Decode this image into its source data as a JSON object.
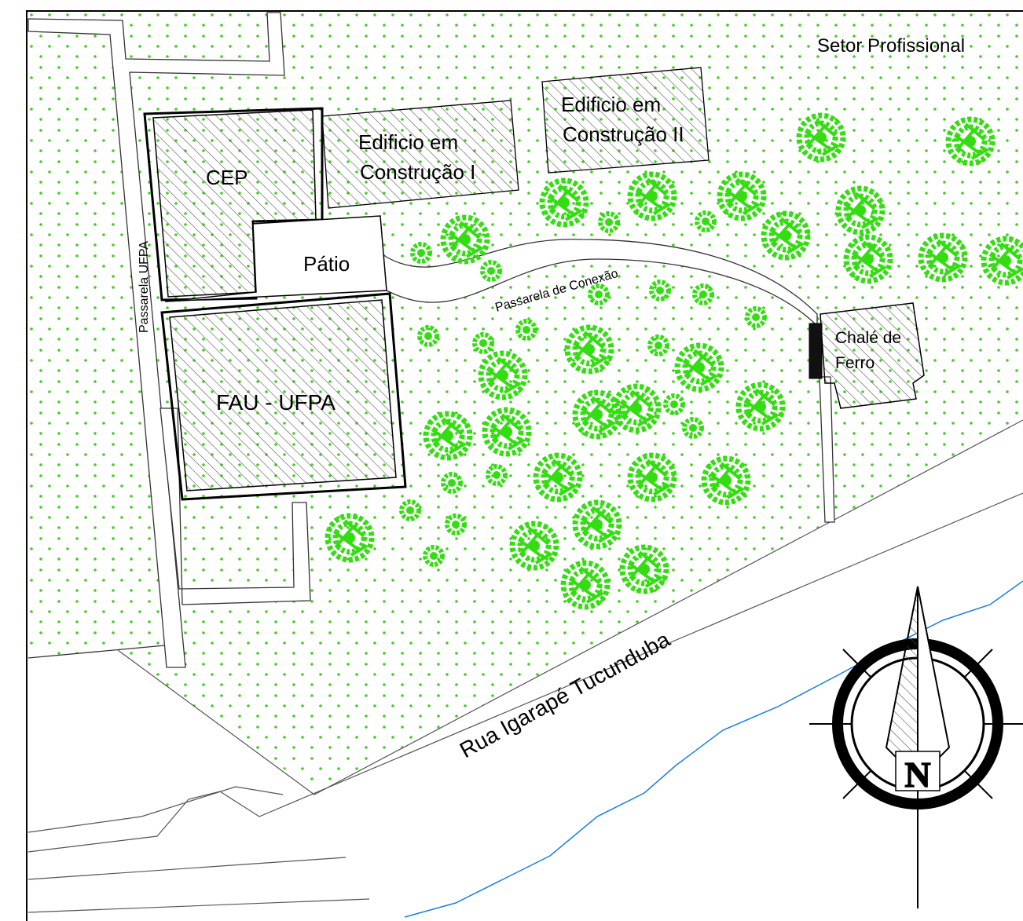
{
  "labels": {
    "setor": "Setor Profissional",
    "cep": "CEP",
    "patio": "Pátio",
    "fau": "FAU - UFPA",
    "edificio1_l1": "Edificio em",
    "edificio1_l2": "Construção I",
    "edificio2_l1": "Edificio em",
    "edificio2_l2": "Construção II",
    "chale_l1": "Chalé de",
    "chale_l2": "Ferro",
    "passarela_conexao": "Passarela de Conexão",
    "passarela_ufpa": "Passarela UFPA",
    "rua": "Rua Igarapé Tucunduba",
    "north": "N"
  },
  "colors": {
    "vegetation_dot": "#44cc22",
    "tree": "#33dd11",
    "river": "#1a7fe0",
    "outline": "#000000",
    "hatch": "#555555"
  },
  "icons": {
    "north_arrow": "compass-rose-icon",
    "tree": "tree-icon"
  }
}
